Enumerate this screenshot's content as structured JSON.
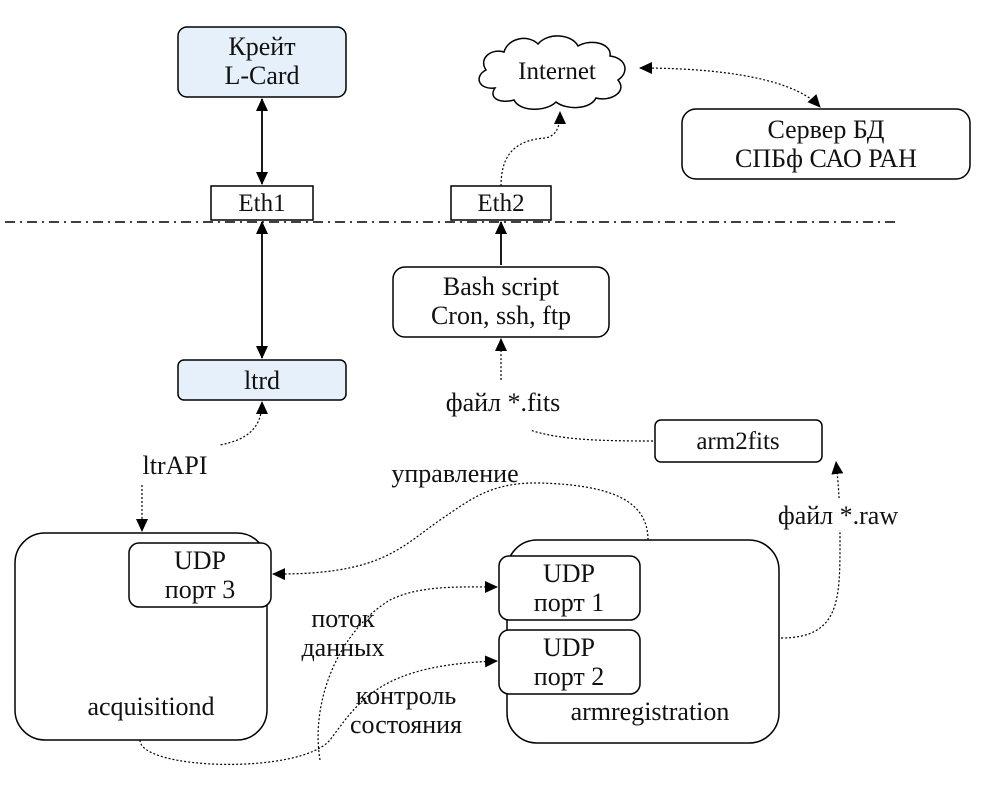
{
  "colors": {
    "highlight_fill": "#e6f0fa",
    "plain_fill": "#ffffff",
    "stroke": "#000000"
  },
  "nodes": {
    "crate": {
      "line1": "Крейт",
      "line2": "L-Card"
    },
    "eth1": "Eth1",
    "eth2": "Eth2",
    "internet": "Internet",
    "db_server": {
      "line1": "Сервер БД",
      "line2": "СПБф САО РАН"
    },
    "bash_script": {
      "line1": "Bash script",
      "line2": "Cron, ssh, ftp"
    },
    "ltrd": "ltrd",
    "arm2fits": "arm2fits",
    "acquisitiond": "acquisitiond",
    "armregistration": "armregistration",
    "udp_port3": {
      "line1": "UDP",
      "line2": "порт 3"
    },
    "udp_port1": {
      "line1": "UDP",
      "line2": "порт 1"
    },
    "udp_port2": {
      "line1": "UDP",
      "line2": "порт 2"
    }
  },
  "edge_labels": {
    "ltrapi": "ltrAPI",
    "fits_file": "файл *.fits",
    "raw_file": "файл *.raw",
    "control": "управление",
    "data_flow": {
      "line1": "поток",
      "line2": "данных"
    },
    "status_control": {
      "line1": "контроль",
      "line2": "состояния"
    }
  }
}
